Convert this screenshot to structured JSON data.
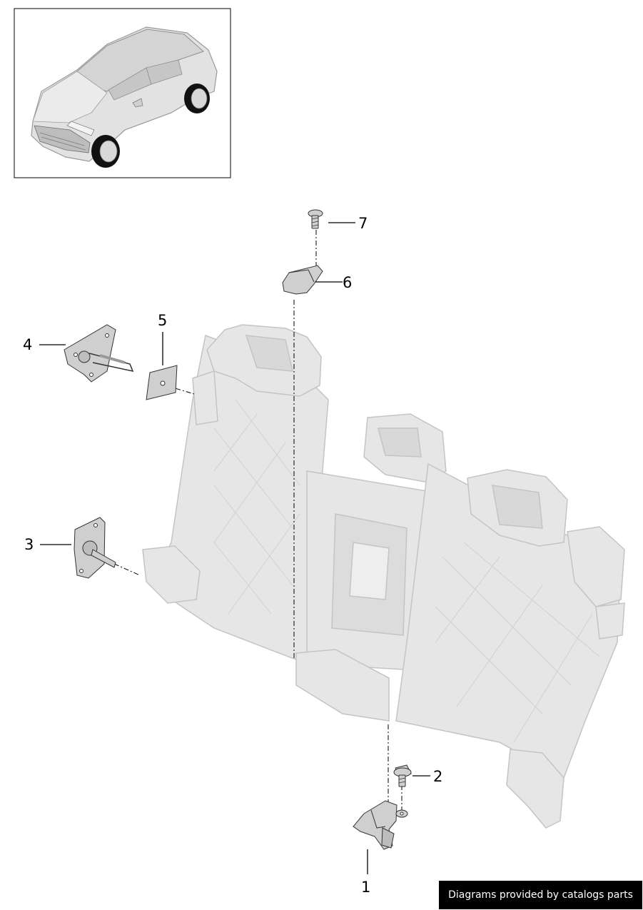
{
  "callouts": [
    {
      "number": "1"
    },
    {
      "number": "2"
    },
    {
      "number": "3"
    },
    {
      "number": "4"
    },
    {
      "number": "5"
    },
    {
      "number": "6"
    },
    {
      "number": "7"
    }
  ],
  "credit": "Diagrams provided by catalogs parts",
  "colors": {
    "ghost_part_fill": "#e6e6e6",
    "ghost_part_stroke": "#c4c4c4",
    "part_fill": "#cfcfcf",
    "part_stroke": "#333333",
    "credit_bg": "#000000",
    "credit_text": "#ffffff"
  }
}
